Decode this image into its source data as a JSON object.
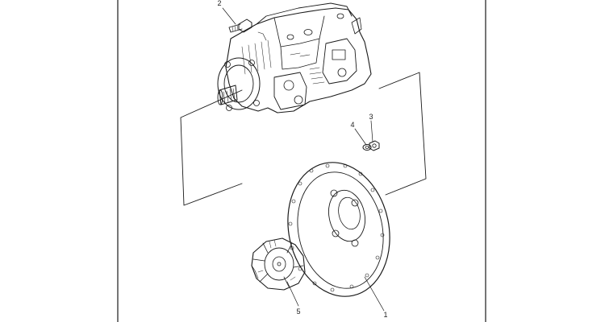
{
  "diagram": {
    "callouts": [
      {
        "id": "callout-1",
        "label": "1"
      },
      {
        "id": "callout-2",
        "label": "2"
      },
      {
        "id": "callout-3",
        "label": "3"
      },
      {
        "id": "callout-4",
        "label": "4"
      },
      {
        "id": "callout-5",
        "label": "5"
      }
    ],
    "parts": [
      "hydraulic-pump",
      "mounting-bolt",
      "nut",
      "washer",
      "flywheel-flange",
      "flexible-coupling"
    ]
  }
}
